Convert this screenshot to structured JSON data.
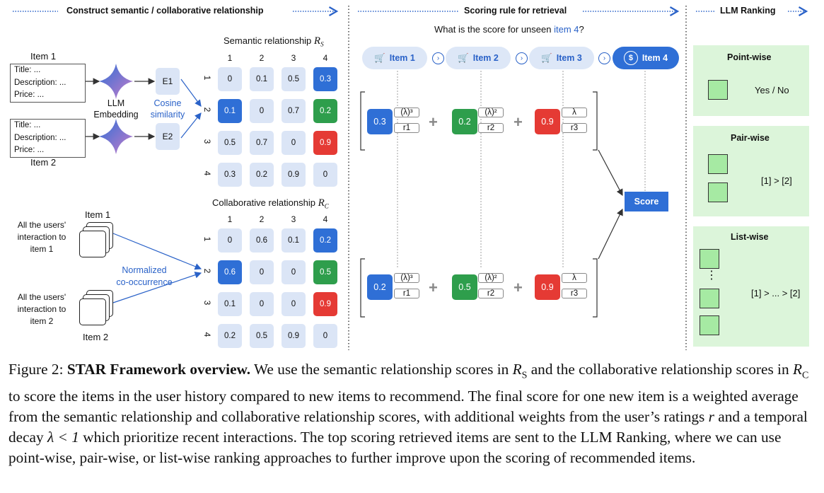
{
  "headers": {
    "left": "Construct semantic / collaborative relationship",
    "middle": "Scoring rule for retrieval",
    "right": "LLM Ranking"
  },
  "items_top": {
    "item1_label": "Item 1",
    "item2_label": "Item 2",
    "fields": [
      "Title: ...",
      "Description: ...",
      "Price: ..."
    ],
    "llm_embedding": "LLM\nEmbedding",
    "cosine_similarity": "Cosine\nsimilarity",
    "e1": "E1",
    "e2": "E2"
  },
  "semantic": {
    "title": "Semantic relationship",
    "symbol": "R",
    "subscript": "S",
    "cols": [
      "1",
      "2",
      "3",
      "4"
    ],
    "rows": [
      "1",
      "2",
      "3",
      "4"
    ],
    "values": [
      [
        "0",
        "0.1",
        "0.5",
        "0.3"
      ],
      [
        "0.1",
        "0",
        "0.7",
        "0.2"
      ],
      [
        "0.5",
        "0.7",
        "0",
        "0.9"
      ],
      [
        "0.3",
        "0.2",
        "0.9",
        "0"
      ]
    ]
  },
  "collab": {
    "title": "Collaborative relationship",
    "symbol": "R",
    "subscript": "C",
    "cols": [
      "1",
      "2",
      "3",
      "4"
    ],
    "rows": [
      "1",
      "2",
      "3",
      "4"
    ],
    "values": [
      [
        "0",
        "0.6",
        "0.1",
        "0.2"
      ],
      [
        "0.6",
        "0",
        "0",
        "0.5"
      ],
      [
        "0.1",
        "0",
        "0",
        "0.9"
      ],
      [
        "0.2",
        "0.5",
        "0.9",
        "0"
      ]
    ]
  },
  "cooccur": {
    "item1_label": "Item 1",
    "item2_label": "Item 2",
    "users1": "All the users'\ninteraction to\nitem 1",
    "users2": "All the users'\ninteraction to\nitem 2",
    "normalized": "Normalized\nco-occurrence"
  },
  "scoring": {
    "question_prefix": "What is the score for unseen ",
    "question_item": "item 4",
    "question_suffix": "?",
    "pills": [
      "Item 1",
      "Item 2",
      "Item 3",
      "Item 4"
    ],
    "row1_scores": [
      "0.3",
      "0.2",
      "0.9"
    ],
    "row2_scores": [
      "0.2",
      "0.5",
      "0.9"
    ],
    "lambdas": [
      "(λ)³",
      "(λ)²",
      "λ"
    ],
    "ratings": [
      "r1",
      "r2",
      "r3"
    ],
    "score_label": "Score",
    "plus": "+"
  },
  "ranking": {
    "pointwise_title": "Point-wise",
    "pointwise_out": "Yes / No",
    "pairwise_title": "Pair-wise",
    "pairwise_out": "[1] > [2]",
    "listwise_title": "List-wise",
    "listwise_dots": "⋮",
    "listwise_out": "[1] > ... > [2]"
  },
  "caption": {
    "fig": "Figure 2: ",
    "bold": "STAR Framework overview.",
    "p1": " We use the semantic relationship scores in ",
    "rs": "R",
    "rs_sub": "S",
    "p2": " and the collaborative relationship scores in ",
    "rc": "R",
    "rc_sub": "C",
    "p3": " to score the items in the user history compared to new items to recommend. The final score for one new item is a weighted average from the semantic relationship and collaborative relationship scores, with additional weights from the user’s ratings ",
    "r": "r",
    "p4": " and a temporal decay ",
    "lam": "λ < 1",
    "p5": " which prioritize recent interactions. The top scoring retrieved items are sent to the LLM Ranking, where we can use point-wise, pair-wise, or list-wise ranking approaches to further improve upon the scoring of recommended items."
  },
  "colors": {
    "blue": "#2f6fd6",
    "green": "#2e9e4c",
    "red": "#e53a34",
    "light": "#dbe5f6",
    "panel": "#dcf5da"
  }
}
